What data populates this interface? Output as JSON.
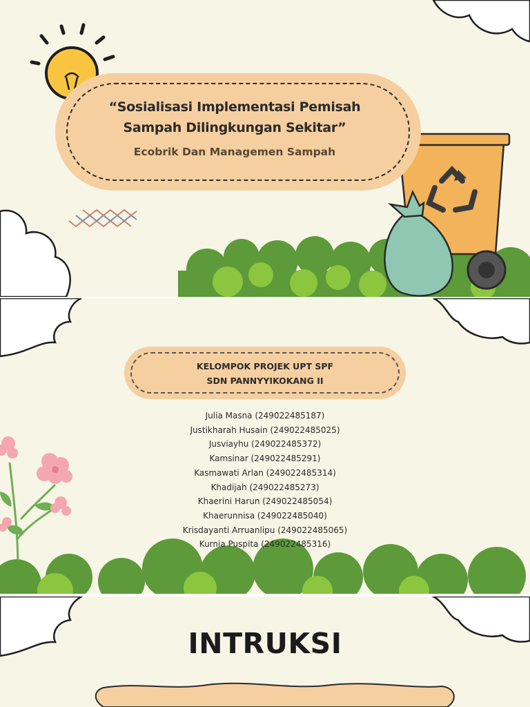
{
  "title": {
    "line1": "“Sosialisasi Implementasi Pemisah",
    "line2": "Sampah Dilingkungan Sekitar”",
    "subtitle": "Ecobrik Dan Managemen Sampah"
  },
  "group": {
    "line1": "KELOMPOK PROJEK UPT SPF",
    "line2": "SDN PANNYYIKOKANG II"
  },
  "members": [
    "Julia Masna (249022485187)",
    "Justikharah Husain (249022485025)",
    "Jusviayhu (249022485372)",
    "Kamsinar (249022485291)",
    "Kasmawati Arlan (249022485314)",
    "Khadijah (249022485273)",
    "Khaerini Harun (249022485054)",
    "Khaerunnisa (249022485040)",
    "Krisdayanti Arruanlipu (249022485065)",
    "Kurnia Puspita (249022485316)"
  ],
  "section_heading": "INTRUKSI",
  "colors": {
    "background": "#f7f5e6",
    "pill": "#f6cfa0",
    "bin": "#f2b35a",
    "bag": "#8fc7b3",
    "bush_dark": "#5c9a3a",
    "bush_light": "#8cc63f",
    "flower": "#f4a7b0",
    "bulb": "#f9c440"
  },
  "icons": [
    "light-bulb-icon",
    "recycle-icon",
    "cloud-icon",
    "zigzag-icon",
    "flower-icon"
  ]
}
